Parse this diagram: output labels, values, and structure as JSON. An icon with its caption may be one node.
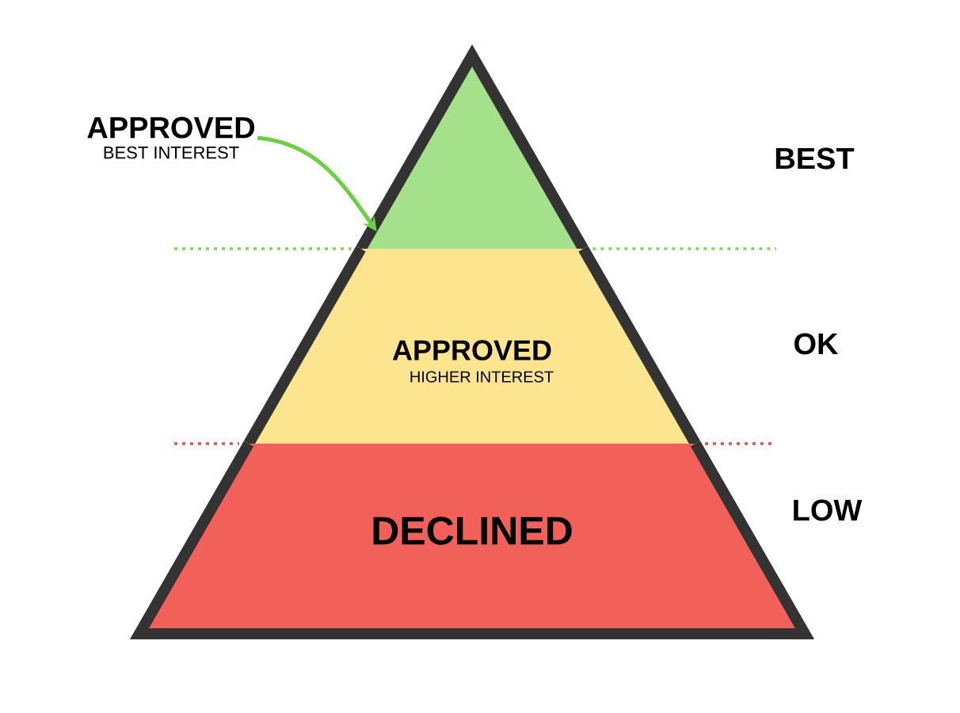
{
  "diagram": {
    "nodes": [
      {
        "text": [
          "APPROVED",
          "BEST INTEREST"
        ]
      },
      {
        "text": [],
        "shape": "triangle"
      },
      {
        "text": [
          "APPROVED",
          "HIGHER INTEREST"
        ]
      },
      {
        "text": [
          "DECLINED"
        ]
      }
    ],
    "edges": [
      {
        "from": 0,
        "to": 1,
        "arrow": "to",
        "color": "#6ccf45"
      }
    ],
    "labels": [
      "BEST",
      "OK",
      "LOW"
    ]
  }
}
